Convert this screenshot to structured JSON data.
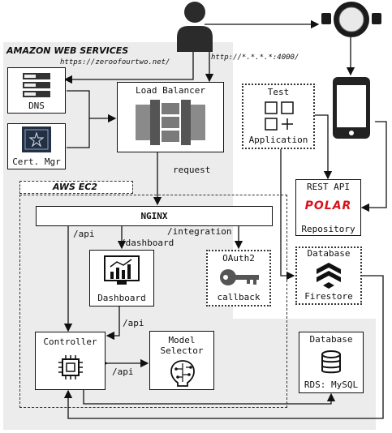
{
  "aws": {
    "title": "AMAZON WEB SERVICES",
    "url": "https://zeroofourtwo.net/"
  },
  "ec2": {
    "title": "AWS EC2"
  },
  "user": {
    "endpoint": "http://*.*.*.*:4000/"
  },
  "nodes": {
    "dns": "DNS",
    "cert_mgr": "Cert. Mgr",
    "load_balancer": "Load Balancer",
    "nginx": "NGINX",
    "dashboard": "Dashboard",
    "oauth_title": "OAuth2",
    "oauth_sub": "callback",
    "controller": "Controller",
    "model_selector_1": "Model",
    "model_selector_2": "Selector",
    "test_title": "Test",
    "test_sub": "Application",
    "rest_api": "REST API",
    "polar_logo": "POLAR",
    "repository": "Repository",
    "firestore_title": "Database",
    "firestore_sub": "Firestore",
    "rds_title": "Database",
    "rds_sub": "RDS: MySQL"
  },
  "edges": {
    "request": "request",
    "api_left": "/api",
    "dashboard": "/dashboard",
    "integration": "/integration",
    "api_vertical": "/api",
    "api_horizontal": "/api"
  }
}
